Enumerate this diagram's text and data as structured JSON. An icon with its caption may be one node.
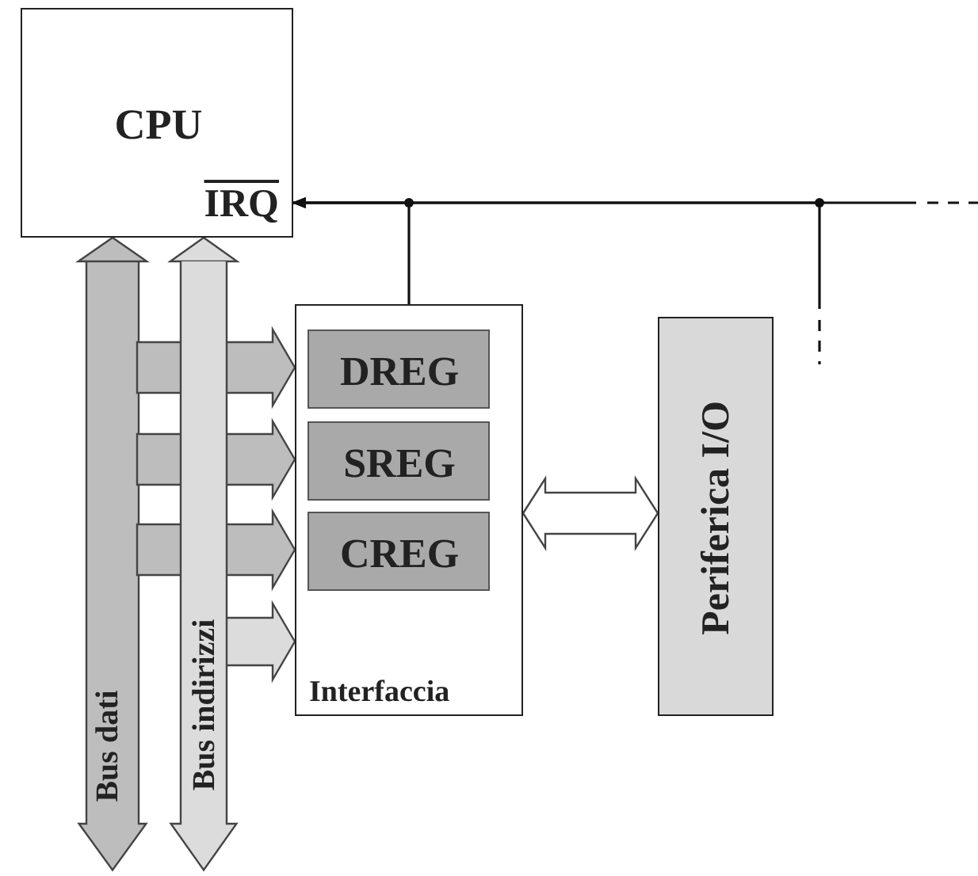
{
  "diagram": {
    "nodes": [
      {
        "text": [
          "CPU",
          "IRQ"
        ]
      },
      {
        "text": [
          "Interfaccia"
        ]
      },
      {
        "text": [
          "DREG"
        ],
        "in": 1
      },
      {
        "text": [
          "SREG"
        ],
        "in": 1
      },
      {
        "text": [
          "CREG"
        ],
        "in": 1
      },
      {
        "text": [
          "Periferica I/O"
        ]
      },
      {
        "text": [
          "Bus dati"
        ]
      },
      {
        "text": [
          "Bus indirizzi"
        ]
      }
    ],
    "edges": [
      {
        "from": 6,
        "to": 0,
        "arrow": "to",
        "style": "thick",
        "color": "#bdbdbd"
      },
      {
        "from": 7,
        "to": 0,
        "arrow": "to",
        "style": "thick",
        "color": "#dcdcdc"
      },
      {
        "from": 6,
        "to": 2,
        "arrow": "to",
        "style": "thick",
        "color": "#bdbdbd"
      },
      {
        "from": 6,
        "to": 3,
        "arrow": "to",
        "style": "thick",
        "color": "#bdbdbd"
      },
      {
        "from": 6,
        "to": 4,
        "arrow": "to",
        "style": "thick",
        "color": "#bdbdbd"
      },
      {
        "from": 7,
        "to": 1,
        "arrow": "to",
        "style": "thick",
        "color": "#dcdcdc"
      },
      {
        "from": 1,
        "to": 5,
        "arrow": "both",
        "style": "thick",
        "color": "#ffffff"
      },
      {
        "from": null,
        "to": 0,
        "arrow": "to"
      },
      {
        "from": 1,
        "to": 0,
        "arrow": "to"
      },
      {
        "from": null,
        "to": 0,
        "arrow": "to"
      }
    ]
  }
}
